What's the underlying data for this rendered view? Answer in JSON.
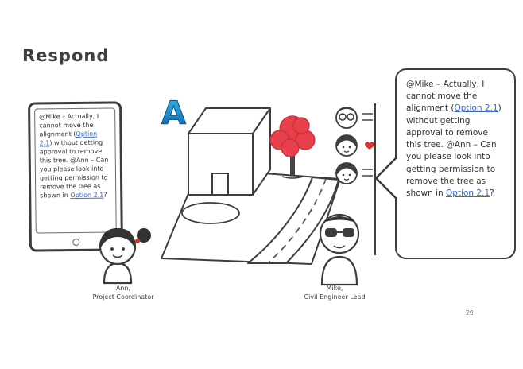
{
  "slide": {
    "title": "Respond",
    "page_number": "29"
  },
  "message": {
    "p1": "@Mike – Actually, I cannot move the alignment (",
    "link1": "Option 2.1",
    "p2": ") without getting approval to remove this tree. @Ann – Can you please look into getting permission to remove the tree as shown in ",
    "link2": "Option 2.1",
    "p3": "?"
  },
  "characters": {
    "ann": {
      "name": "Ann,",
      "role": "Project Coordinator"
    },
    "mike": {
      "name": "Mike,",
      "role": "Civil Engineer Lead"
    }
  },
  "logo": {
    "letter": "A"
  },
  "colors": {
    "link": "#3a6bc4",
    "tree": "#e8404a",
    "heart": "#e03131",
    "stroke": "#3d3d3d",
    "logo_top": "#35b6e9",
    "logo_bottom": "#0e63a8"
  }
}
